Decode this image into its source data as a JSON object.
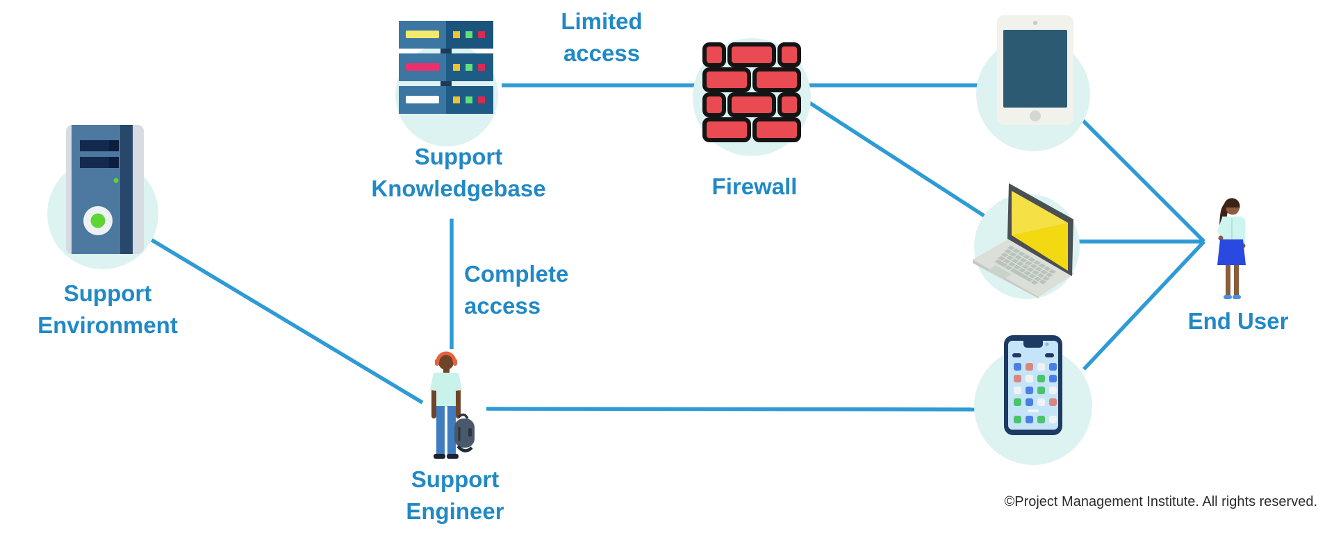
{
  "colors": {
    "edge_line": "#2e9bd6",
    "label_text": "#2189c5",
    "halo": "#ddf3f1",
    "brick_red": "#ea4a52",
    "screen_yellow": "#f3d912",
    "copyright_text": "#2b2b2b"
  },
  "nodes": {
    "support_environment": {
      "label_line1": "Support",
      "label_line2": "Environment",
      "icon": "computer-tower-icon"
    },
    "support_knowledgebase": {
      "label_line1": "Support",
      "label_line2": "Knowledgebase",
      "icon": "server-rack-icon"
    },
    "firewall": {
      "label": "Firewall",
      "icon": "brick-wall-icon"
    },
    "support_engineer": {
      "label_line1": "Support",
      "label_line2": "Engineer",
      "icon": "person-with-backpack-icon"
    },
    "end_user": {
      "label": "End User",
      "icon": "standing-woman-icon"
    },
    "tablet": {
      "icon": "tablet-icon"
    },
    "laptop": {
      "icon": "laptop-icon"
    },
    "smartphone": {
      "icon": "smartphone-icon"
    }
  },
  "edge_labels": {
    "limited_access": {
      "line1": "Limited",
      "line2": "access"
    },
    "complete_access": {
      "line1": "Complete",
      "line2": "access"
    }
  },
  "edges": [
    {
      "from": "support_environment",
      "to": "support_engineer"
    },
    {
      "from": "support_knowledgebase",
      "to": "firewall",
      "label": "Limited access"
    },
    {
      "from": "support_knowledgebase",
      "to": "support_engineer",
      "label": "Complete access"
    },
    {
      "from": "firewall",
      "to": "tablet"
    },
    {
      "from": "firewall",
      "to": "laptop"
    },
    {
      "from": "tablet",
      "to": "end_user"
    },
    {
      "from": "laptop",
      "to": "end_user"
    },
    {
      "from": "smartphone",
      "to": "end_user"
    },
    {
      "from": "support_engineer",
      "to": "smartphone"
    }
  ],
  "footer": {
    "copyright": "©Project Management Institute. All rights reserved."
  }
}
